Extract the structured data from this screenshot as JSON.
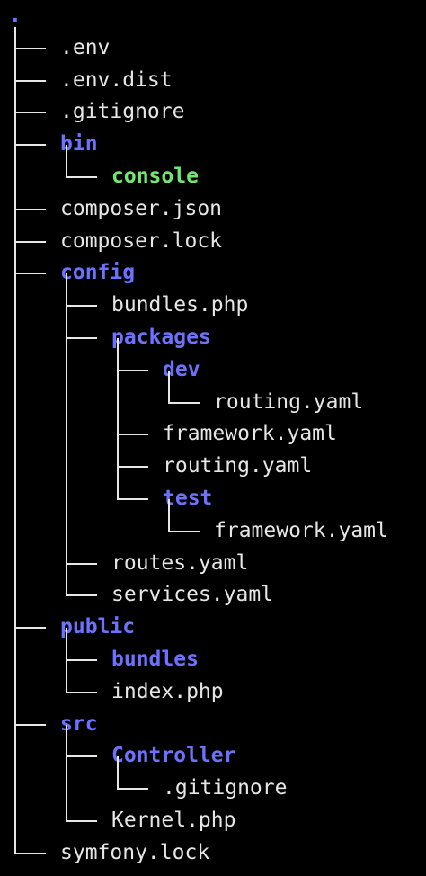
{
  "tree": {
    "root": ".",
    "entries": [
      {
        "name": ".env",
        "depth": 0,
        "kind": "file"
      },
      {
        "name": ".env.dist",
        "depth": 0,
        "kind": "file"
      },
      {
        "name": ".gitignore",
        "depth": 0,
        "kind": "file"
      },
      {
        "name": "bin",
        "depth": 0,
        "kind": "dir"
      },
      {
        "name": "console",
        "depth": 1,
        "kind": "exec",
        "last": true
      },
      {
        "name": "composer.json",
        "depth": 0,
        "kind": "file"
      },
      {
        "name": "composer.lock",
        "depth": 0,
        "kind": "file"
      },
      {
        "name": "config",
        "depth": 0,
        "kind": "dir"
      },
      {
        "name": "bundles.php",
        "depth": 1,
        "kind": "file"
      },
      {
        "name": "packages",
        "depth": 1,
        "kind": "dir"
      },
      {
        "name": "dev",
        "depth": 2,
        "kind": "dir"
      },
      {
        "name": "routing.yaml",
        "depth": 3,
        "kind": "file",
        "last": true
      },
      {
        "name": "framework.yaml",
        "depth": 2,
        "kind": "file"
      },
      {
        "name": "routing.yaml",
        "depth": 2,
        "kind": "file"
      },
      {
        "name": "test",
        "depth": 2,
        "kind": "dir",
        "last": true
      },
      {
        "name": "framework.yaml",
        "depth": 3,
        "kind": "file",
        "last": true
      },
      {
        "name": "routes.yaml",
        "depth": 1,
        "kind": "file"
      },
      {
        "name": "services.yaml",
        "depth": 1,
        "kind": "file",
        "last": true
      },
      {
        "name": "public",
        "depth": 0,
        "kind": "dir"
      },
      {
        "name": "bundles",
        "depth": 1,
        "kind": "dir"
      },
      {
        "name": "index.php",
        "depth": 1,
        "kind": "file",
        "last": true
      },
      {
        "name": "src",
        "depth": 0,
        "kind": "dir"
      },
      {
        "name": "Controller",
        "depth": 1,
        "kind": "dir"
      },
      {
        "name": ".gitignore",
        "depth": 2,
        "kind": "file",
        "last": true
      },
      {
        "name": "Kernel.php",
        "depth": 1,
        "kind": "file",
        "last": true
      },
      {
        "name": "symfony.lock",
        "depth": 0,
        "kind": "file",
        "last": true
      }
    ]
  },
  "colors": {
    "background": "#000000",
    "file": "#e6e6e6",
    "dir": "#6c71ff",
    "exec": "#6fea6f"
  }
}
